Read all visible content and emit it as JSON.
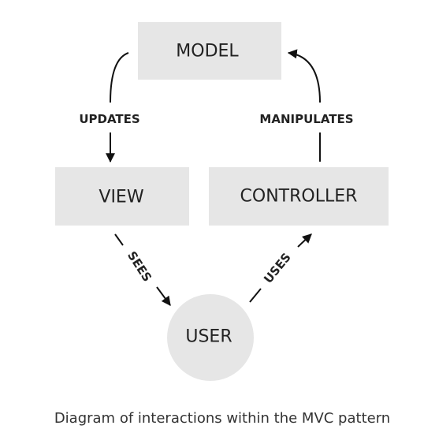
{
  "diagram": {
    "nodes": {
      "model": "MODEL",
      "view": "VIEW",
      "controller": "CONTROLLER",
      "user": "USER"
    },
    "edges": {
      "updates": "UPDATES",
      "manipulates": "MANIPULATES",
      "sees": "SEES",
      "uses": "USES"
    }
  },
  "caption": "Diagram of interactions within the MVC pattern",
  "colors": {
    "box_fill": "#e6e6e6",
    "text": "#222222",
    "arrow": "#111111",
    "caption_text": "#333333"
  }
}
